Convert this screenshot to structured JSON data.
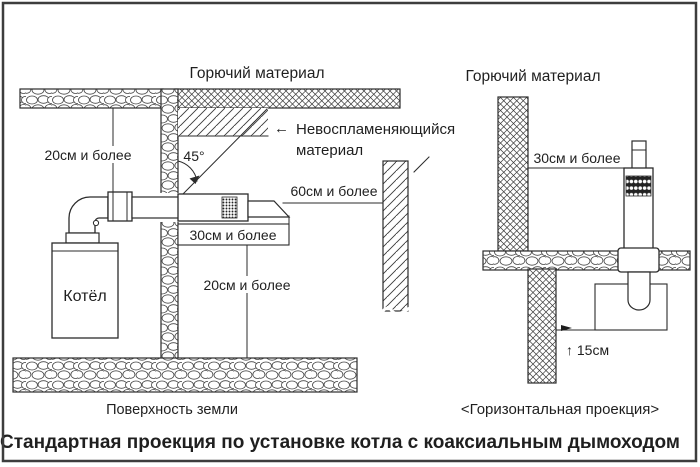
{
  "title": "Стандартная проекция по установке котла с коаксиальным дымоходом",
  "left_diagram": {
    "combustible_label": "Горючий материал",
    "nonflammable_arrow": "←",
    "nonflammable_line1": "Невоспламеняющийся",
    "nonflammable_line2": "материал",
    "angle_label": "45°",
    "ceiling_clearance": "20см и более",
    "pipe_clearance": "30см и более",
    "wall_clearance": "60см и более",
    "ground_clearance": "20см и более",
    "boiler_label": "Котёл",
    "ground_label": "Поверхность земли"
  },
  "right_diagram": {
    "combustible_label": "Горючий материал",
    "wall_clearance": "30см и более",
    "ground_clearance": "↑ 15см",
    "caption": "<Горизонтальная проекция>"
  },
  "colors": {
    "line": "#2b2b2b",
    "frame": "#3d3d3d",
    "background": "#ffffff"
  }
}
